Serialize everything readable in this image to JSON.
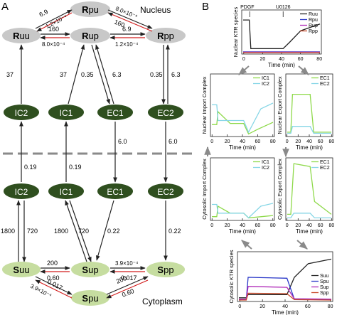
{
  "panels": {
    "a_label": "A",
    "b_label": "B"
  },
  "compartments": {
    "nucleus": "Nucleus",
    "cytoplasm": "Cytoplasm"
  },
  "nodes": {
    "rpu": {
      "prefix": "R",
      "suffix": "pu"
    },
    "ruu": {
      "prefix": "R",
      "suffix": "uu"
    },
    "rup": {
      "prefix": "R",
      "suffix": "up"
    },
    "rpp": {
      "prefix": "R",
      "suffix": "pp"
    },
    "ic2_top": "IC2",
    "ic1_top": "IC1",
    "ec1_top": "EC1",
    "ec2_top": "EC2",
    "ic2_bot": "IC2",
    "ic1_bot": "IC1",
    "ec1_bot": "EC1",
    "ec2_bot": "EC2",
    "suu": {
      "prefix": "S",
      "suffix": "uu"
    },
    "sup": {
      "prefix": "S",
      "suffix": "up"
    },
    "spp": {
      "prefix": "S",
      "suffix": "pp"
    },
    "spu": {
      "prefix": "S",
      "suffix": "pu"
    }
  },
  "rates": {
    "ruu_rpu_fwd": "6.9",
    "ruu_rpu_rev": "1.2×10⁻⁴",
    "rpu_rpp_fwd": "8.0×10⁻⁴",
    "rpu_rpp_rev": "160",
    "ruu_rup_fwd": "160",
    "ruu_rup_rev": "8.0×10⁻⁴",
    "rup_rpp_fwd": "6.9",
    "rup_rpp_rev": "1.2×10⁻⁴",
    "ic2_ruu": "37",
    "ic1_rup": "37",
    "rup_ec1": "0.35",
    "ec1_rup": "6.3",
    "rpp_ec2": "0.35",
    "ec2_rpp": "6.3",
    "ec1_down": "6.0",
    "ec2_down": "6.0",
    "ic2_up": "0.19",
    "ic1_up": "0.19",
    "suu_ic2_in": "1800",
    "suu_ic2_out": "720",
    "sup_ic1_in": "1800",
    "sup_ic1_out": "720",
    "ec1_sup": "0.22",
    "ec2_spp": "0.22",
    "suu_sup_fwd": "200",
    "suu_sup_rev": "0.60",
    "sup_spp_fwd": "3.9×10⁻⁴",
    "sup_spp_rev": "0.017",
    "suu_spu_fwd": "3.9×10⁻⁴",
    "suu_spu_rev": "0.017",
    "spu_sup_fwd": "200",
    "spu_sup_rev": "0.60"
  },
  "plots": {
    "nuclear_ktr": {
      "ylabel": "Nuclear KTR species",
      "xlabel": "Time (min)",
      "xticks": [
        "0",
        "20",
        "40",
        "60",
        "80"
      ],
      "legend": [
        "Ruu",
        "Rpu",
        "Rup",
        "Rpp"
      ],
      "annotations": {
        "pdgf": "PDGF",
        "u0126": "U0126"
      }
    },
    "nuclear_import": {
      "ylabel": "Nuclear Import Complex",
      "xlabel": "Time (min)",
      "xticks": [
        "0",
        "20",
        "40",
        "60",
        "80"
      ],
      "legend": [
        "IC1",
        "IC2"
      ]
    },
    "nuclear_export": {
      "ylabel": "Nuclear Export Complex",
      "xlabel": "Time (min)",
      "xticks": [
        "0",
        "20",
        "40",
        "60",
        "80"
      ],
      "legend": [
        "EC1",
        "EC2"
      ]
    },
    "cyto_import": {
      "ylabel": "Cytosolic Import Complex",
      "xlabel": "Time (min)",
      "xticks": [
        "0",
        "20",
        "40",
        "60",
        "80"
      ],
      "legend": [
        "IC1",
        "IC2"
      ]
    },
    "cyto_export": {
      "ylabel": "Cytosolic Export Complex",
      "xlabel": "Time (min)",
      "xticks": [
        "0",
        "20",
        "40",
        "60",
        "80"
      ],
      "legend": [
        "EC1",
        "EC2"
      ]
    },
    "cyto_ktr": {
      "ylabel": "Cytosolic KTR species",
      "xlabel": "Time (min)",
      "xticks": [
        "0",
        "20",
        "40",
        "60",
        "80"
      ],
      "legend": [
        "Suu",
        "Spu",
        "Sup",
        "Spp"
      ]
    }
  },
  "colors": {
    "node_gray": "#c8c8c8",
    "node_green": "#2f4f1f",
    "green_text": "#8a9a2a",
    "rate_red": "#d21c1c",
    "divider": "#8a8a8a",
    "ic1": "#8ed94a",
    "ic2": "#86d6e6",
    "ruu": "#222222",
    "rpu": "#2a38c8",
    "rup": "#b02ab8",
    "rpp": "#c84a2a"
  }
}
